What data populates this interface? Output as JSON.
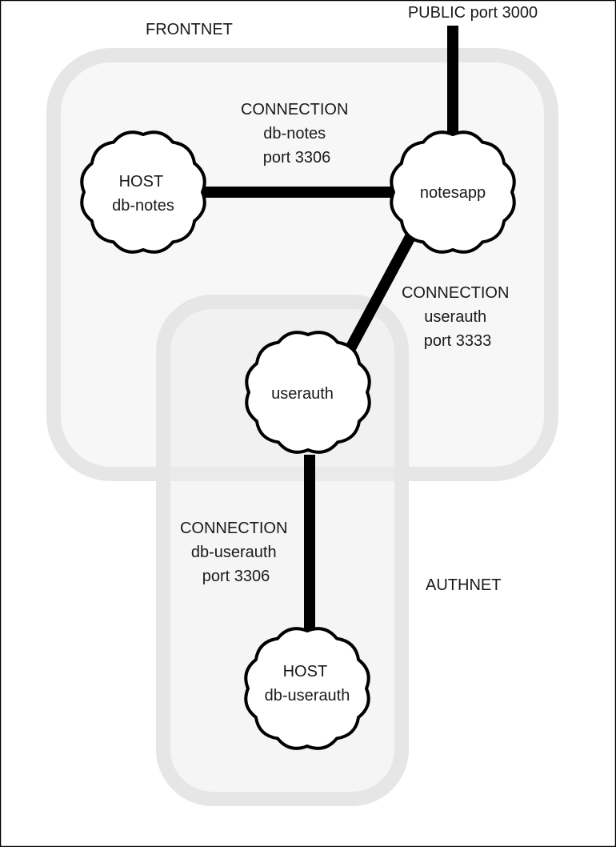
{
  "networks": {
    "frontnet": {
      "label": "FRONTNET"
    },
    "authnet": {
      "label": "AUTHNET"
    }
  },
  "public_port": {
    "label": "PUBLIC port 3000"
  },
  "nodes": {
    "db_notes": {
      "lines": [
        "HOST",
        "db-notes"
      ]
    },
    "notesapp": {
      "lines": [
        "notesapp"
      ]
    },
    "userauth": {
      "lines": [
        "userauth"
      ]
    },
    "db_userauth": {
      "lines": [
        "HOST",
        "db-userauth"
      ]
    }
  },
  "connections": {
    "db_notes": {
      "lines": [
        "CONNECTION",
        "db-notes",
        "port 3306"
      ]
    },
    "userauth": {
      "lines": [
        "CONNECTION",
        "userauth",
        "port 3333"
      ]
    },
    "db_userauth": {
      "lines": [
        "CONNECTION",
        "db-userauth",
        "port 3306"
      ]
    }
  },
  "colors": {
    "zone_fill": "#f6f6f6",
    "zone_border": "#e6e6e6",
    "line": "#000000",
    "cloud_fill": "#ffffff",
    "text": "#1a1a1a",
    "frame": "#000000"
  }
}
